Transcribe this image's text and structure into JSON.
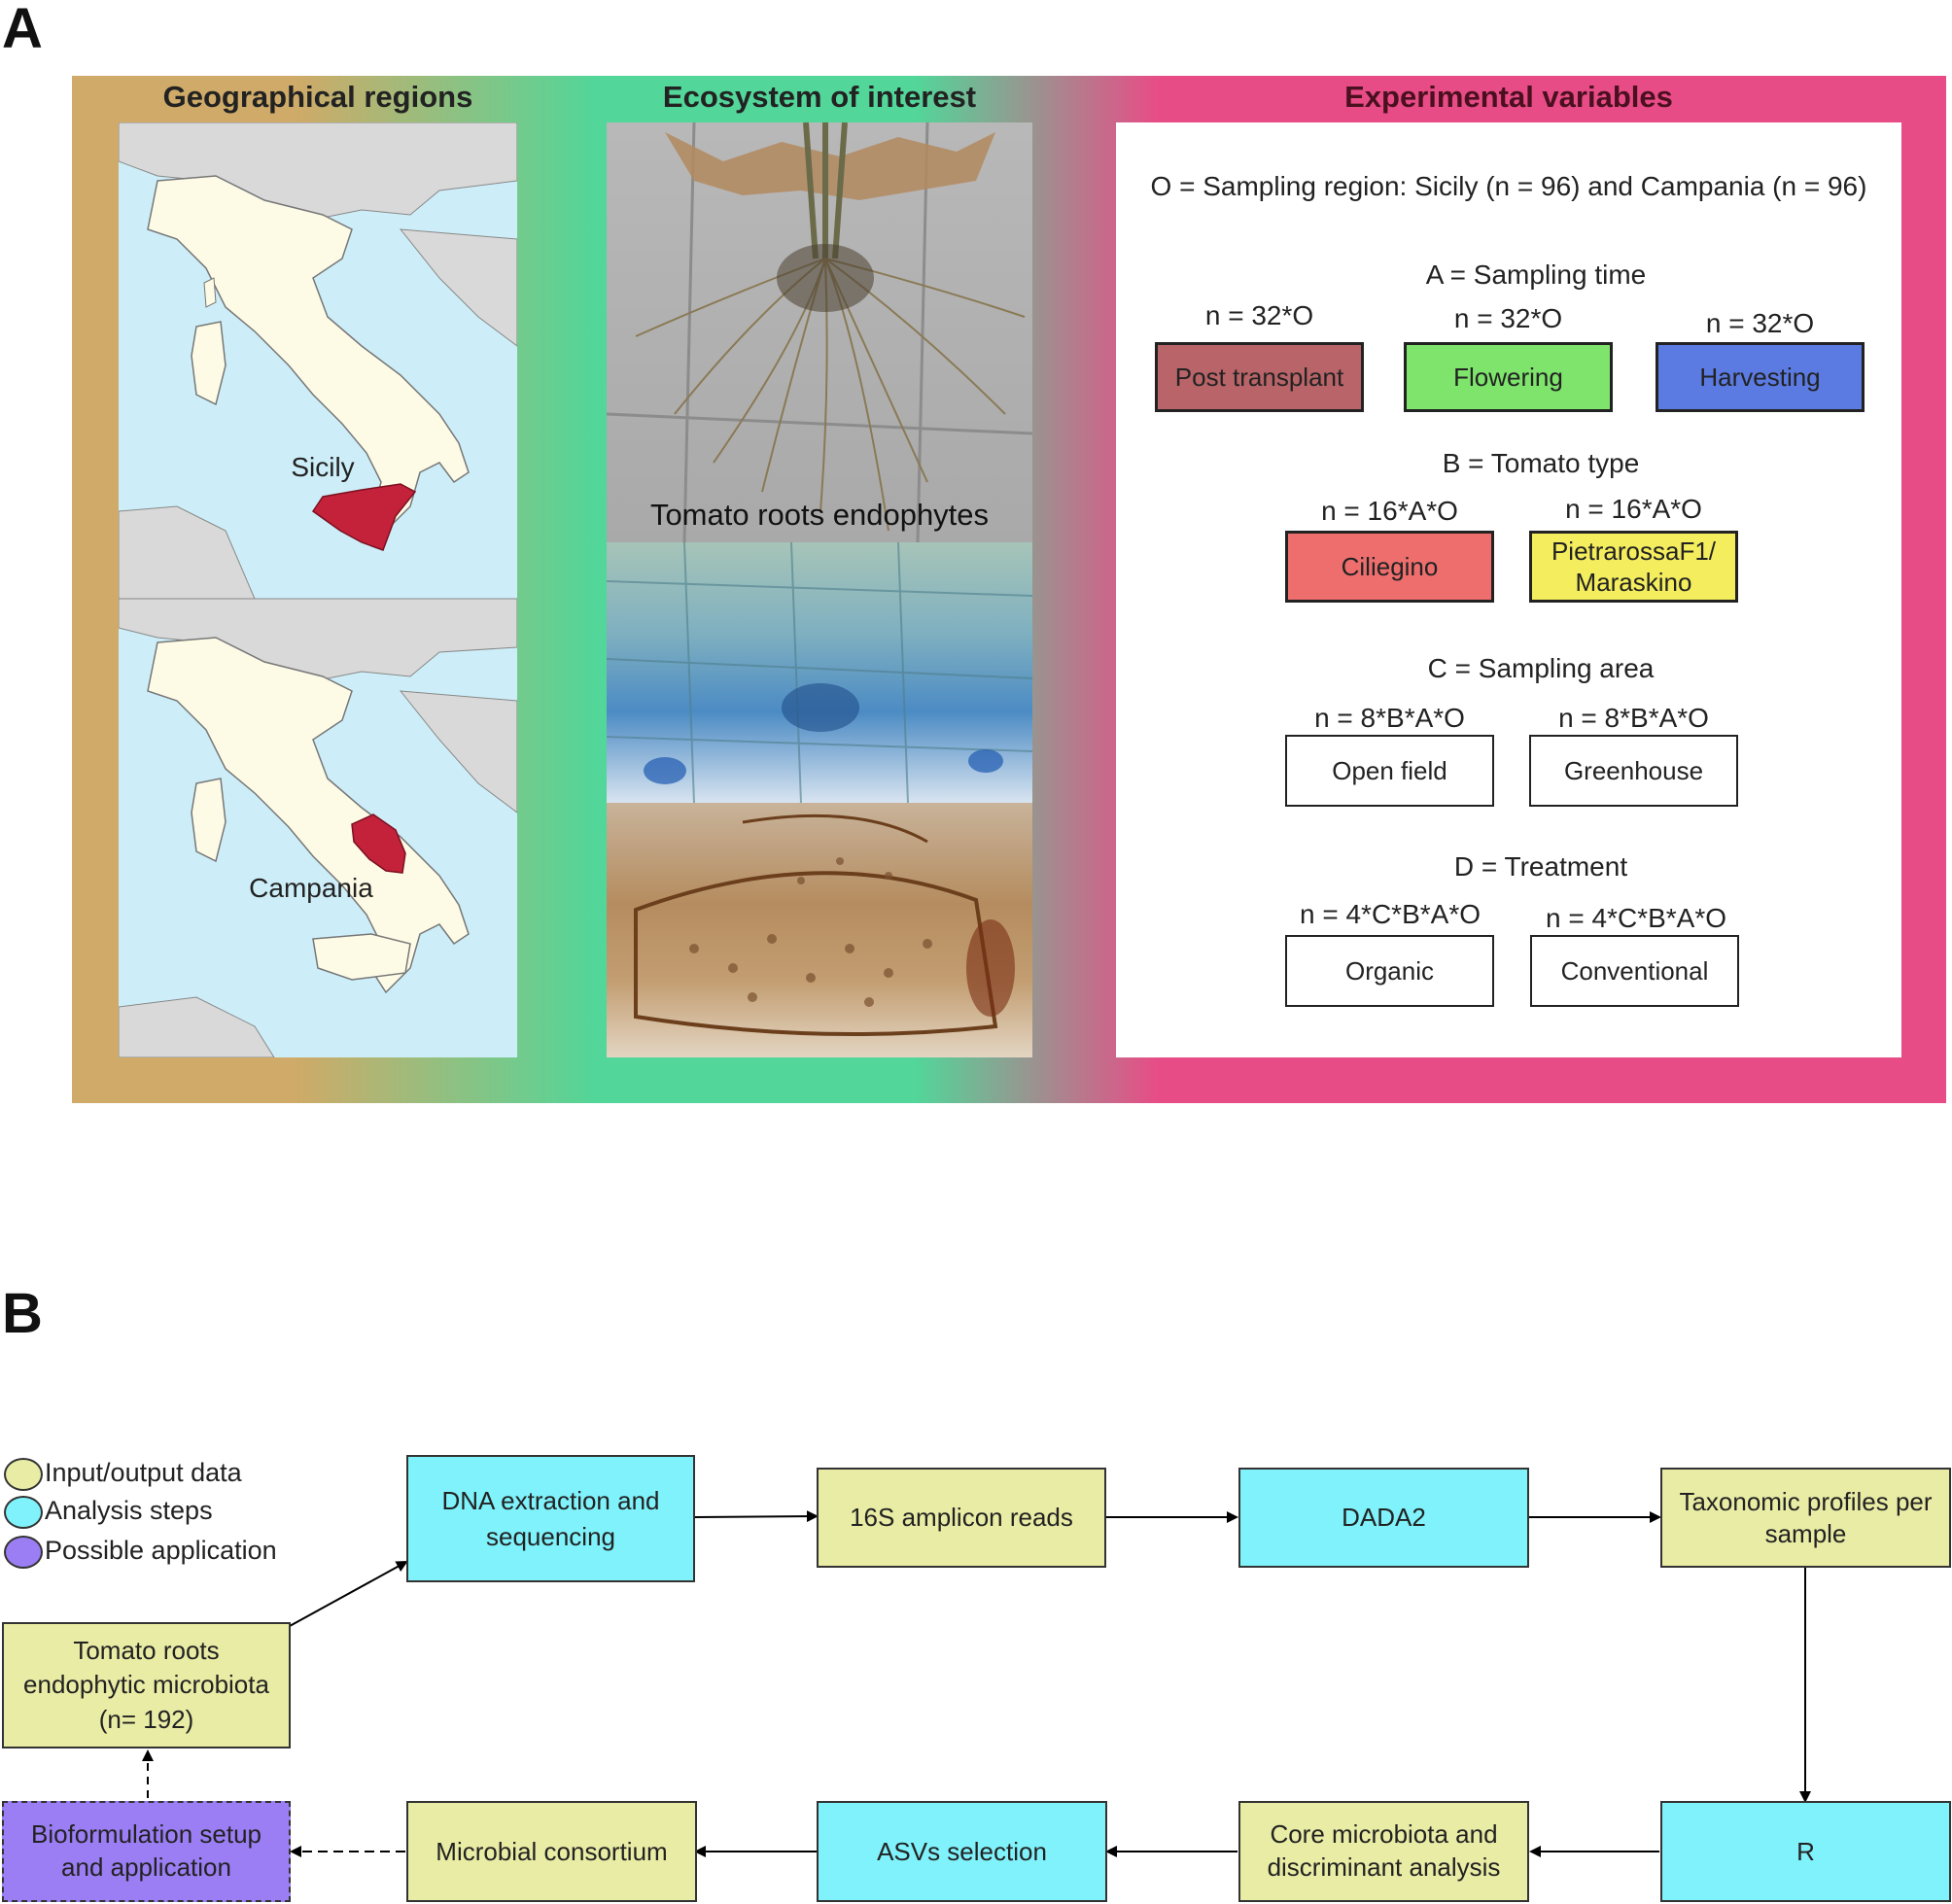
{
  "panel_a": {
    "letter": "A",
    "headers": {
      "geo": "Geographical regions",
      "eco": "Ecosystem of  interest",
      "exp": "Experimental variables"
    },
    "map_labels": {
      "sicily": "Sicily",
      "campania": "Campania"
    },
    "photo_caption": "Tomato roots endophytes",
    "sampling_region": "O = Sampling region: Sicily (n = 96) and Campania (n = 96)",
    "variable_a": {
      "title": "A = Sampling time",
      "levels": [
        {
          "n": "n = 32*O",
          "label": "Post transplant",
          "color": "#b86468"
        },
        {
          "n": "n = 32*O",
          "label": "Flowering",
          "color": "#7ee46c"
        },
        {
          "n": "n = 32*O",
          "label": "Harvesting",
          "color": "#5b7be2"
        }
      ]
    },
    "variable_b": {
      "title": "B = Tomato type",
      "levels": [
        {
          "n": "n = 16*A*O",
          "label": "Ciliegino",
          "color": "#ee6e6e"
        },
        {
          "n": "n = 16*A*O",
          "label_line1": "PietrarossaF1/",
          "label_line2": "Maraskino",
          "color": "#f4ed5e"
        }
      ]
    },
    "variable_c": {
      "title": "C = Sampling area",
      "levels": [
        {
          "n": "n = 8*B*A*O",
          "label": "Open field"
        },
        {
          "n": "n = 8*B*A*O",
          "label": "Greenhouse"
        }
      ]
    },
    "variable_d": {
      "title": "D = Treatment",
      "levels": [
        {
          "n": "n = 4*C*B*A*O",
          "label": "Organic"
        },
        {
          "n": "n = 4*C*B*A*O",
          "label": "Conventional"
        }
      ]
    },
    "colors": {
      "geo_frame": "#cfaa68",
      "eco_frame": "#52d699",
      "exp_frame": "#e84c86",
      "sea": "#cdeef8",
      "land_italy": "#fdfbe6",
      "land_other": "#d9d9d9",
      "region_highlight": "#c3223a"
    }
  },
  "panel_b": {
    "letter": "B",
    "legend": [
      {
        "label": "Input/output data",
        "color": "#e9eca4"
      },
      {
        "label": "Analysis steps",
        "color": "#7ff2fb"
      },
      {
        "label": "Possible application",
        "color": "#9b7ef4"
      }
    ],
    "nodes": {
      "dna": "DNA extraction and sequencing",
      "reads": "16S amplicon reads",
      "dada2": "DADA2",
      "tax": "Taxonomic profiles per sample",
      "tomato_l1": "Tomato roots",
      "tomato_l2": "endophytic microbiota",
      "tomato_l3": "(n= 192)",
      "r": "R",
      "core": "Core microbiota and discriminant analysis",
      "asv": "ASVs selection",
      "consortium": "Microbial consortium",
      "bio": "Bioformulation setup and application"
    }
  }
}
